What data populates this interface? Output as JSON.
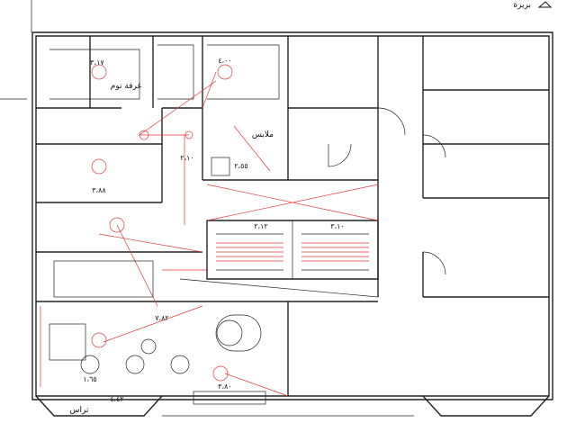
{
  "header": {
    "title": "بريزة"
  },
  "rooms": {
    "bedroom": "غرفة نوم",
    "clothes": "ملابس",
    "terrace": "تراس"
  },
  "dims": {
    "bedroom_w": "٣،١٧",
    "bedroom2_w": "٣،٨٨",
    "right_bedroom_w": "٤،٠٠",
    "clothes_w": "٢،١٠",
    "hall_w": "٧،٨٢",
    "salon_w": "٣،٨٠",
    "terrace_w": "١،٦٥",
    "stair_w": "٢،١٢",
    "small_a": "٢،٥٥",
    "small_b": "٣،١٠",
    "small_c": "٤،٤٢"
  },
  "colors": {
    "wall": "#222222",
    "electric": "#e23a3a"
  }
}
